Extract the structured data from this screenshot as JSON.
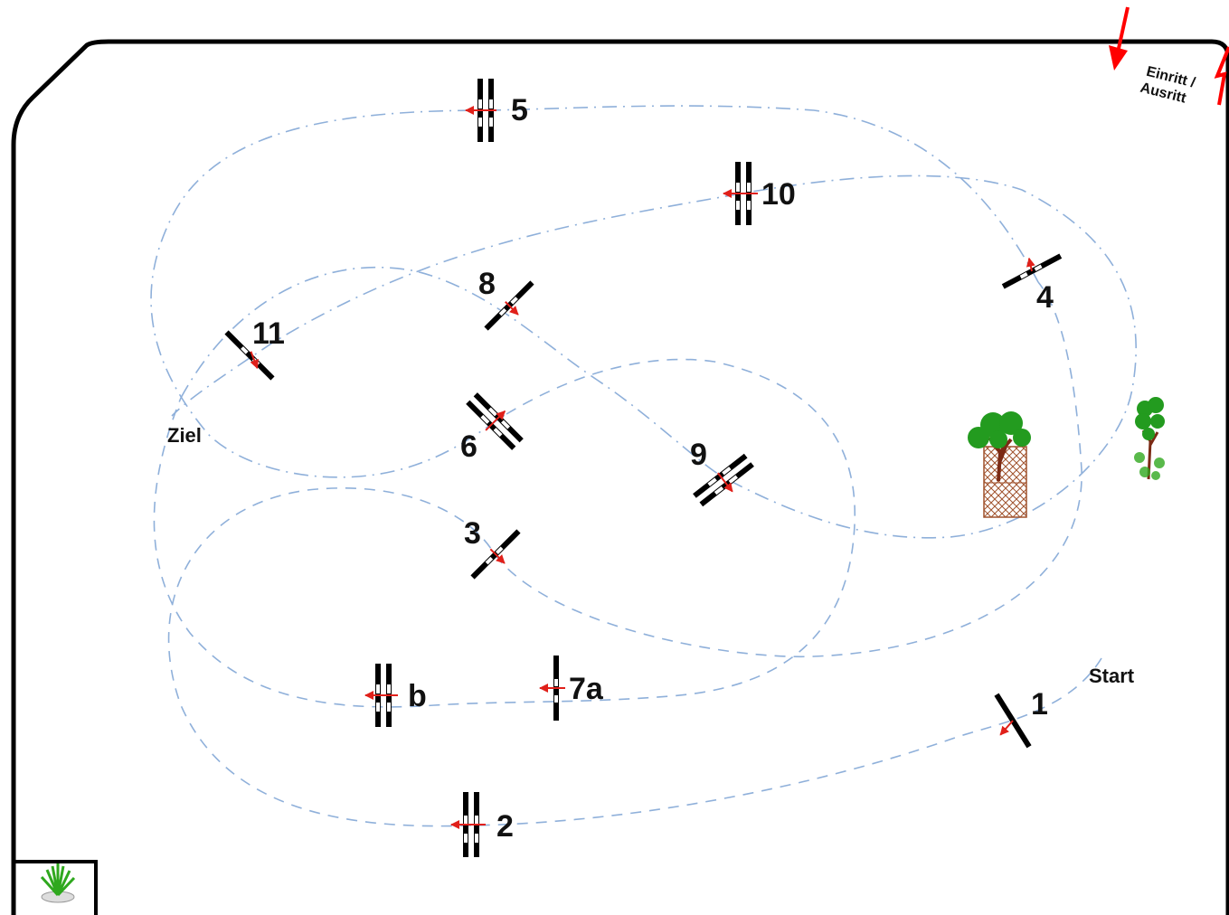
{
  "entrance": {
    "label_line1": "Einritt /",
    "label_line2": "Ausritt"
  },
  "start_label": "Start",
  "finish_label": "Ziel",
  "obstacles": [
    {
      "id": "1",
      "label": "1"
    },
    {
      "id": "2",
      "label": "2"
    },
    {
      "id": "3",
      "label": "3"
    },
    {
      "id": "4",
      "label": "4"
    },
    {
      "id": "5",
      "label": "5"
    },
    {
      "id": "6",
      "label": "6"
    },
    {
      "id": "7a",
      "label": "7a"
    },
    {
      "id": "b",
      "label": "b"
    },
    {
      "id": "8",
      "label": "8"
    },
    {
      "id": "9",
      "label": "9"
    },
    {
      "id": "10",
      "label": "10"
    },
    {
      "id": "11",
      "label": "11"
    }
  ],
  "colors": {
    "arena_border": "#000000",
    "route": "#8fb0da",
    "direction_arrow": "#e0201a",
    "entrance_arrow": "#ff0000"
  },
  "decorations": [
    "tree-with-hedge",
    "tree",
    "plant-pot"
  ]
}
